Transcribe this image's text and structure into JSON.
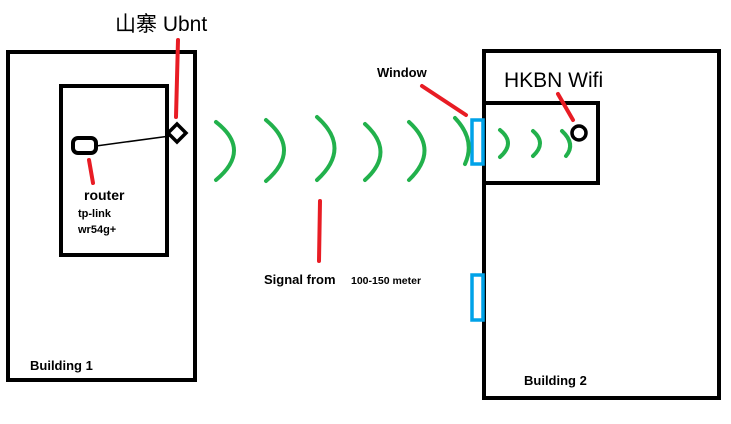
{
  "labels": {
    "ubnt": "山寨 Ubnt",
    "router": "router",
    "router_model_line1": "tp-link",
    "router_model_line2": "wr54g+",
    "window": "Window",
    "hkbn_wifi": "HKBN Wifi",
    "signal_from": "Signal from",
    "distance": "100-150 meter",
    "building1": "Building 1",
    "building2": "Building 2"
  },
  "colors": {
    "outline": "#000000",
    "pointer": "#e81c24",
    "signal": "#22b14c",
    "window": "#00a2e8",
    "background": "#ffffff"
  },
  "icons": {
    "ubnt": "diamond-antenna-icon",
    "router": "rounded-rectangle-router-icon",
    "hkbn": "circle-access-point-icon",
    "signal": "chevron-wave-icon"
  }
}
